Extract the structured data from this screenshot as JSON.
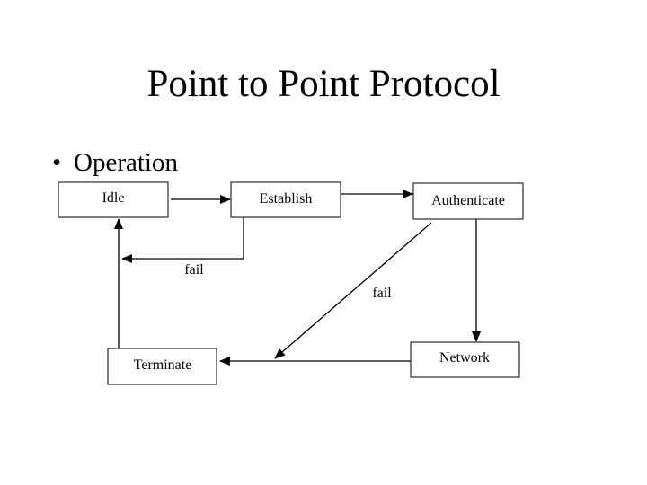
{
  "slide": {
    "title": "Point to Point Protocol",
    "bullet_marker": "•",
    "bullet_text": "Operation"
  },
  "diagram": {
    "nodes": {
      "idle": "Idle",
      "establish": "Establish",
      "authenticate": "Authenticate",
      "network": "Network",
      "terminate": "Terminate"
    },
    "edges": [
      {
        "from": "Idle",
        "to": "Establish",
        "label": ""
      },
      {
        "from": "Establish",
        "to": "Authenticate",
        "label": ""
      },
      {
        "from": "Establish",
        "to": "Idle",
        "label": "fail"
      },
      {
        "from": "Authenticate",
        "to": "Network",
        "label": ""
      },
      {
        "from": "Authenticate",
        "to": "Terminate",
        "label": "fail"
      },
      {
        "from": "Network",
        "to": "Terminate",
        "label": ""
      },
      {
        "from": "Terminate",
        "to": "Idle",
        "label": ""
      }
    ],
    "edge_labels": {
      "establish_fail": "fail",
      "authenticate_fail": "fail"
    }
  }
}
